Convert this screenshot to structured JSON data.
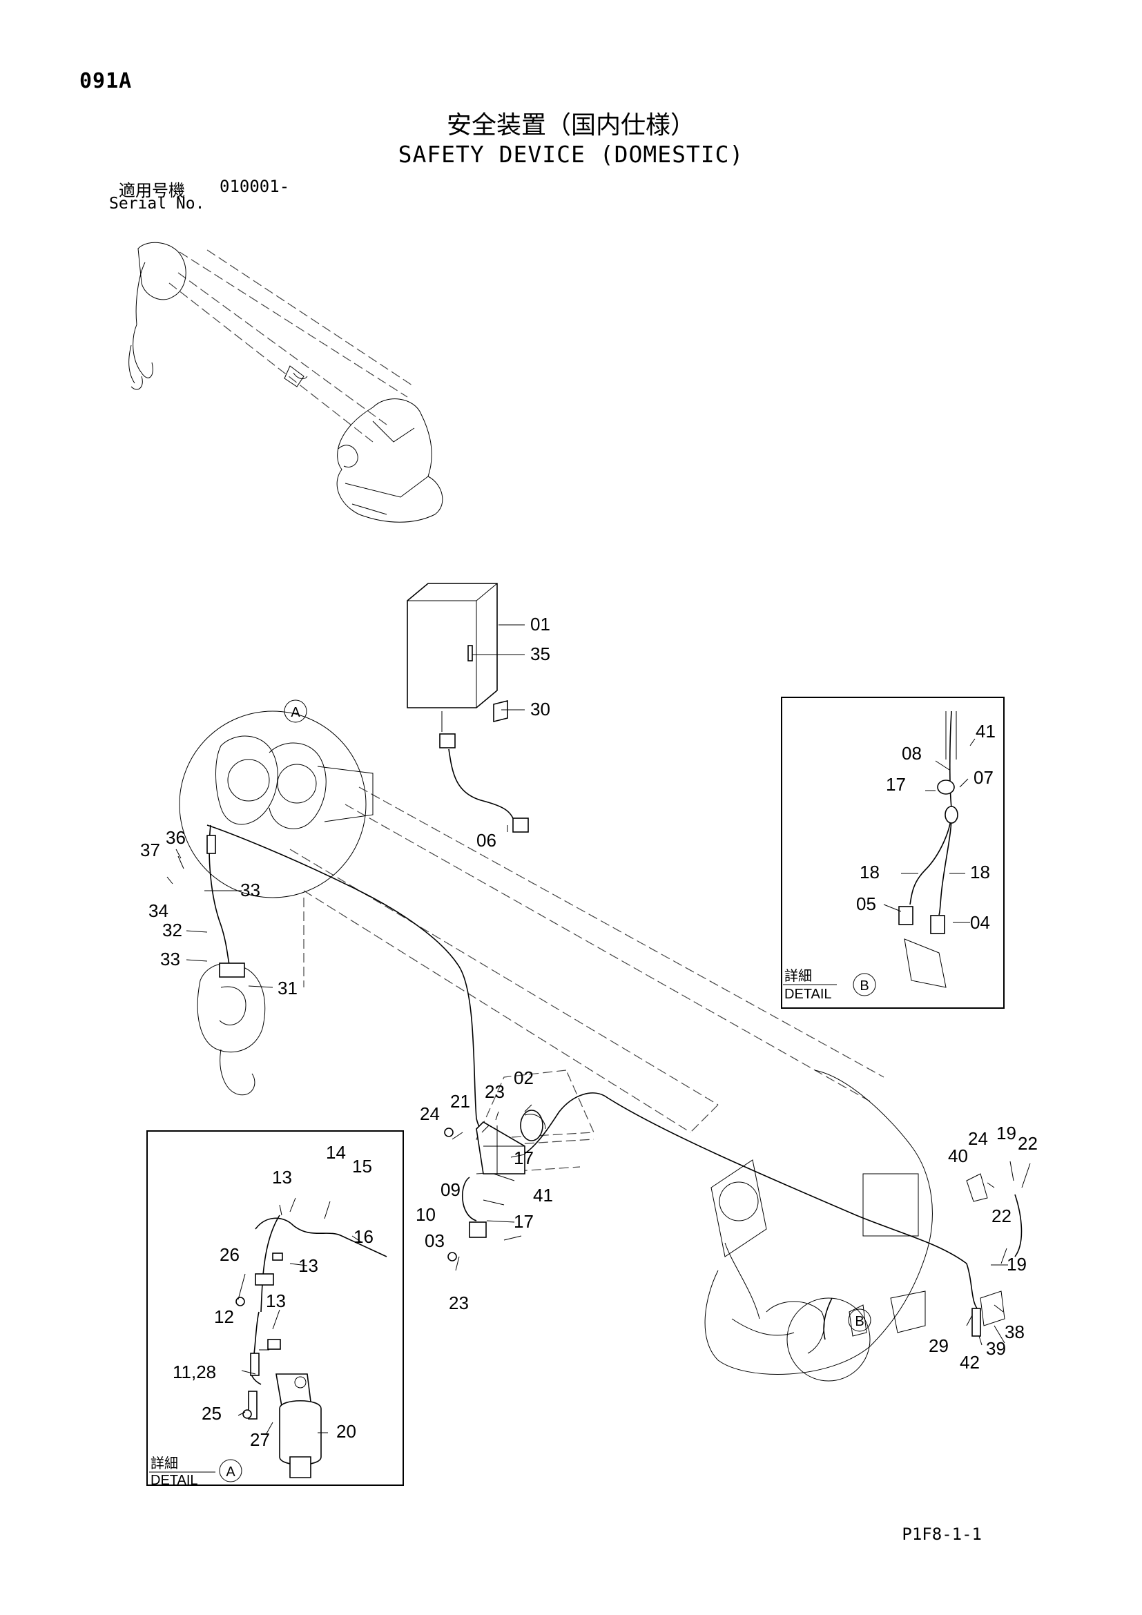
{
  "header": {
    "page_id": "091A",
    "title_jp": "安全装置（国内仕様）",
    "title_en": "SAFETY DEVICE (DOMESTIC)",
    "serial_label_jp": "適用号機",
    "serial_label_en": "Serial No.",
    "serial_value": "010001-"
  },
  "footer": {
    "page_code": "P1F8-1-1"
  },
  "detail_labels": {
    "jp": "詳細",
    "en": "DETAIL",
    "a": "A",
    "b": "B"
  },
  "callouts": {
    "main": [
      "01",
      "35",
      "30",
      "06",
      "37",
      "36",
      "34",
      "33",
      "32",
      "33",
      "31",
      "24",
      "21",
      "23",
      "02",
      "17",
      "09",
      "41",
      "10",
      "17",
      "03",
      "23",
      "24",
      "19",
      "22",
      "40",
      "22",
      "19",
      "38",
      "39",
      "29",
      "42"
    ],
    "detail_a": [
      "14",
      "15",
      "13",
      "16",
      "13",
      "26",
      "13",
      "12",
      "11,28",
      "25",
      "20",
      "27"
    ],
    "detail_b": [
      "41",
      "08",
      "07",
      "17",
      "18",
      "18",
      "05",
      "04"
    ]
  },
  "colors": {
    "line": "#000000",
    "background": "#ffffff",
    "dashed": "#444444"
  }
}
